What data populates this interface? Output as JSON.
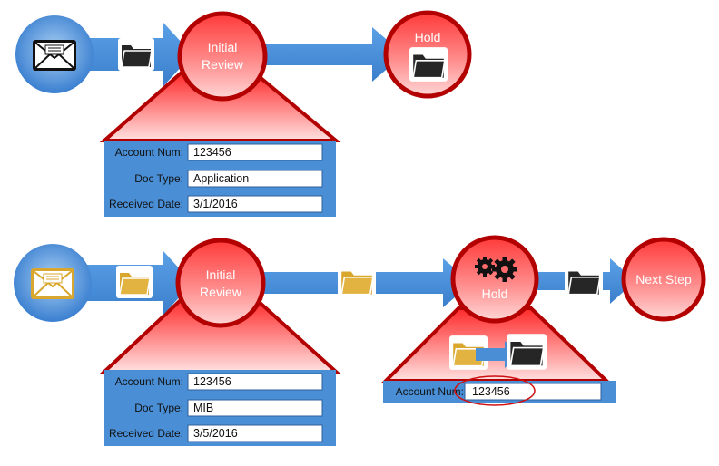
{
  "top_flow": {
    "review_node": {
      "line1": "Initial",
      "line2": "Review"
    },
    "hold_node": {
      "label": "Hold"
    },
    "form": {
      "fields": [
        {
          "label": "Account Num:",
          "value": "123456"
        },
        {
          "label": "Doc Type:",
          "value": "Application"
        },
        {
          "label": "Received Date:",
          "value": "3/1/2016"
        }
      ]
    }
  },
  "bottom_flow": {
    "review_node": {
      "line1": "Initial",
      "line2": "Review"
    },
    "hold_node": {
      "label": "Hold"
    },
    "next_node": {
      "label": "Next Step"
    },
    "form": {
      "fields": [
        {
          "label": "Account Num:",
          "value": "123456"
        },
        {
          "label": "Doc Type:",
          "value": "MIB"
        },
        {
          "label": "Received Date:",
          "value": "3/5/2016"
        }
      ]
    },
    "hold_form": {
      "fields": [
        {
          "label": "Account Num:",
          "value": "123456"
        }
      ]
    }
  },
  "colors": {
    "blue": "#4a8fd6",
    "red": "#e8141c",
    "dark_red": "#a80000",
    "folder_gold": "#d9a62e",
    "folder_dark": "#262626"
  }
}
